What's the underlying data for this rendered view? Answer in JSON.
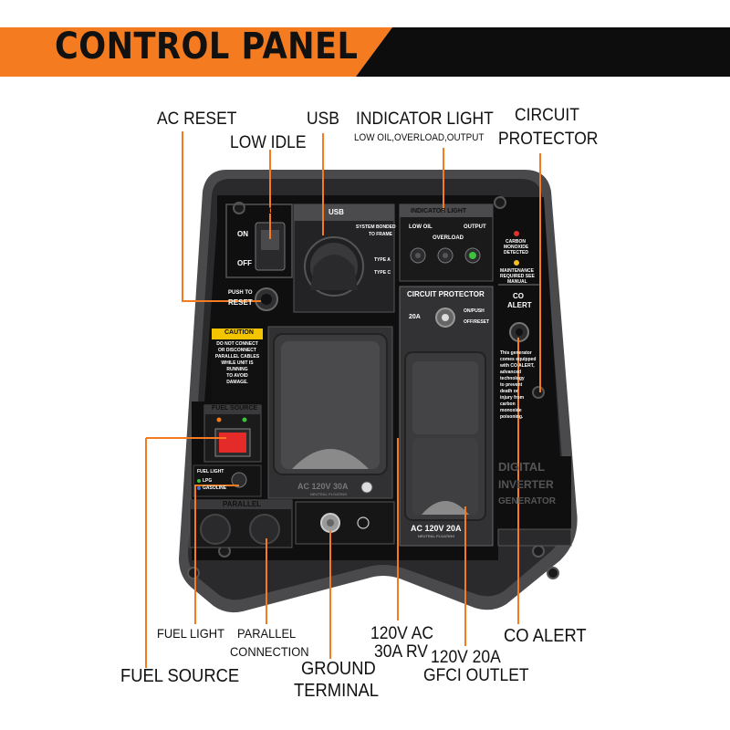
{
  "banner": {
    "title": "CONTROL PANEL",
    "accent_color": "#f47b20"
  },
  "callouts": {
    "ac_reset": "AC RESET",
    "low_idle": "LOW IDLE",
    "usb": "USB",
    "indicator_light": "INDICATOR LIGHT",
    "indicator_light_sub": "LOW OIL,OVERLOAD,OUTPUT",
    "circuit_protector_1": "CIRCUIT",
    "circuit_protector_2": "PROTECTOR",
    "fuel_light": "FUEL LIGHT",
    "parallel_1": "PARALLEL",
    "parallel_2": "CONNECTION",
    "fuel_source": "FUEL SOURCE",
    "ground_1": "GROUND",
    "ground_2": "TERMINAL",
    "ac30_1": "120V AC",
    "ac30_2": "30A RV",
    "ac20_1": "120V 20A",
    "ac20_2": "GFCI OUTLET",
    "co_alert": "CO ALERT"
  },
  "panel": {
    "low_idle_title": "LOW IDLE",
    "on": "ON",
    "off": "OFF",
    "push_to": "PUSH TO",
    "reset": "RESET",
    "usb_title": "USB",
    "system_bonded": "SYSTEM BONDED",
    "to_frame": "TO FRAME",
    "type_a": "TYPE A",
    "type_c": "TYPE C",
    "indicator_title": "INDICATOR LIGHT",
    "low_oil": "LOW OIL",
    "overload": "OVERLOAD",
    "output": "OUTPUT",
    "carbon": "CARBON",
    "monoxide": "MONOXIDE",
    "detected": "DETECTED",
    "maintenance": "MAINTENANCE",
    "required_see": "REQUIRED SEE",
    "manual": "MANUAL",
    "co": "CO",
    "alert": "ALERT",
    "circuit_title": "CIRCUIT PROTECTOR",
    "amp20": "20A",
    "on_push": "ON/PUSH",
    "off_reset": "OFF/RESET",
    "caution": "CAUTION",
    "caution_lines": [
      "DO NOT CONNECT",
      "OR DISCONNECT",
      "PARALLEL CABLES",
      "WHILE UNIT IS",
      "RUNNING",
      "TO AVOID",
      "DAMAGE."
    ],
    "co_text": [
      "This generator",
      "comes equipped",
      "with CO ALERT,",
      "advanced",
      "technology",
      "to prevent",
      "death or",
      "injury from",
      "carbon",
      "monoxide",
      "poisoning."
    ],
    "fuel_source_title": "FUEL SOURCE",
    "fuel_light": "FUEL LIGHT",
    "lpg": "LPG",
    "gasoline": "GASOLINE",
    "parallel_title": "PARALLEL",
    "ac30_label": "AC 120V 30A",
    "ac20_label": "AC 120V 20A",
    "neutral": "NEUTRAL FLOATING",
    "digital": "DIGITAL",
    "inverter": "INVERTER",
    "generator": "GENERATOR"
  },
  "colors": {
    "callout_line": "#f47b20",
    "panel_bg": "#111111",
    "frame": "#3a3a3c"
  }
}
